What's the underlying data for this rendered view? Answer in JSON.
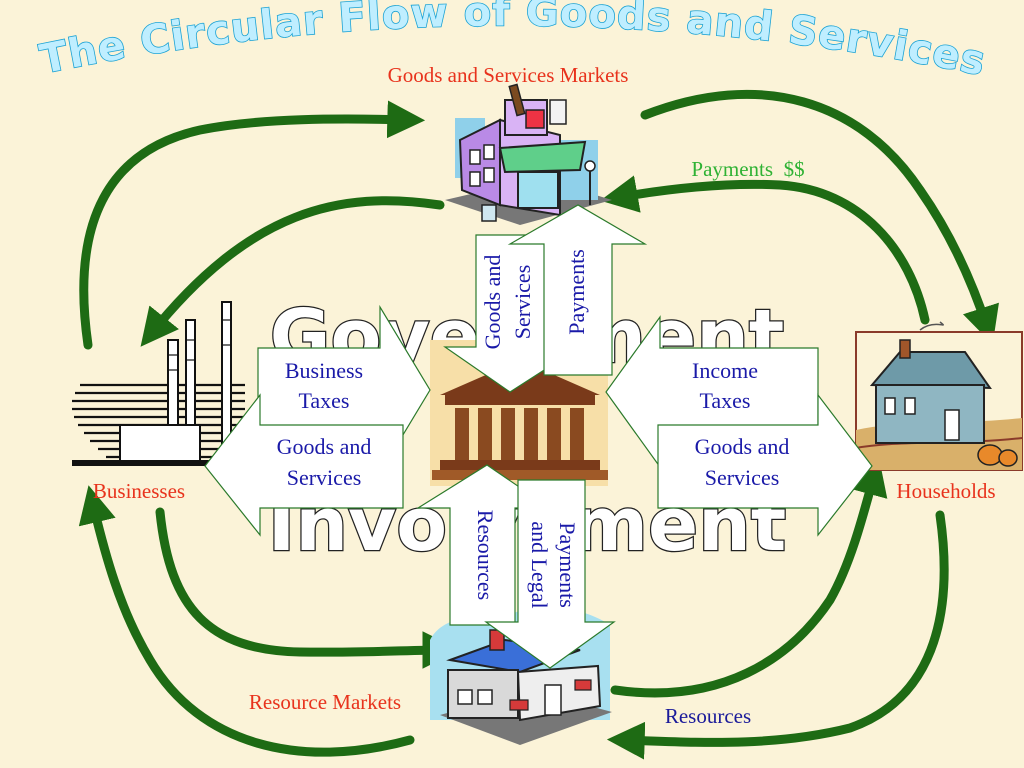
{
  "title": "The Circular Flow of Goods and Services",
  "center": {
    "heading": "Government Involvement",
    "heading_top": "Government",
    "heading_bottom": "Involvement"
  },
  "nodes": {
    "goods_markets": "Goods and Services Markets",
    "resource_markets": "Resource Markets",
    "businesses": "Businesses",
    "households": "Households"
  },
  "flows": {
    "payments_top": "Payments  $$",
    "resources_bottom": "Resources"
  },
  "arrows": {
    "left_top_line1": "Business",
    "left_top_line2": "Taxes",
    "left_bottom_line1": "Goods and",
    "left_bottom_line2": "Services",
    "right_top_line1": "Income",
    "right_top_line2": "Taxes",
    "right_bottom_line1": "Goods and",
    "right_bottom_line2": "Services",
    "up_left_line1": "Goods and",
    "up_left_line2": "Services",
    "up_right": "Payments",
    "down_left": "Resources",
    "down_right_line1": "Payments",
    "down_right_line2": "and Legal"
  },
  "colors": {
    "background": "#fbf3d8",
    "flow_arrow": "#1e6b14",
    "title_fill": "#bfeeff",
    "title_stroke": "#1aa2d4",
    "node_label": "#e8321c",
    "payments_label": "#2fb234",
    "arrow_text": "#1a1aa8"
  }
}
